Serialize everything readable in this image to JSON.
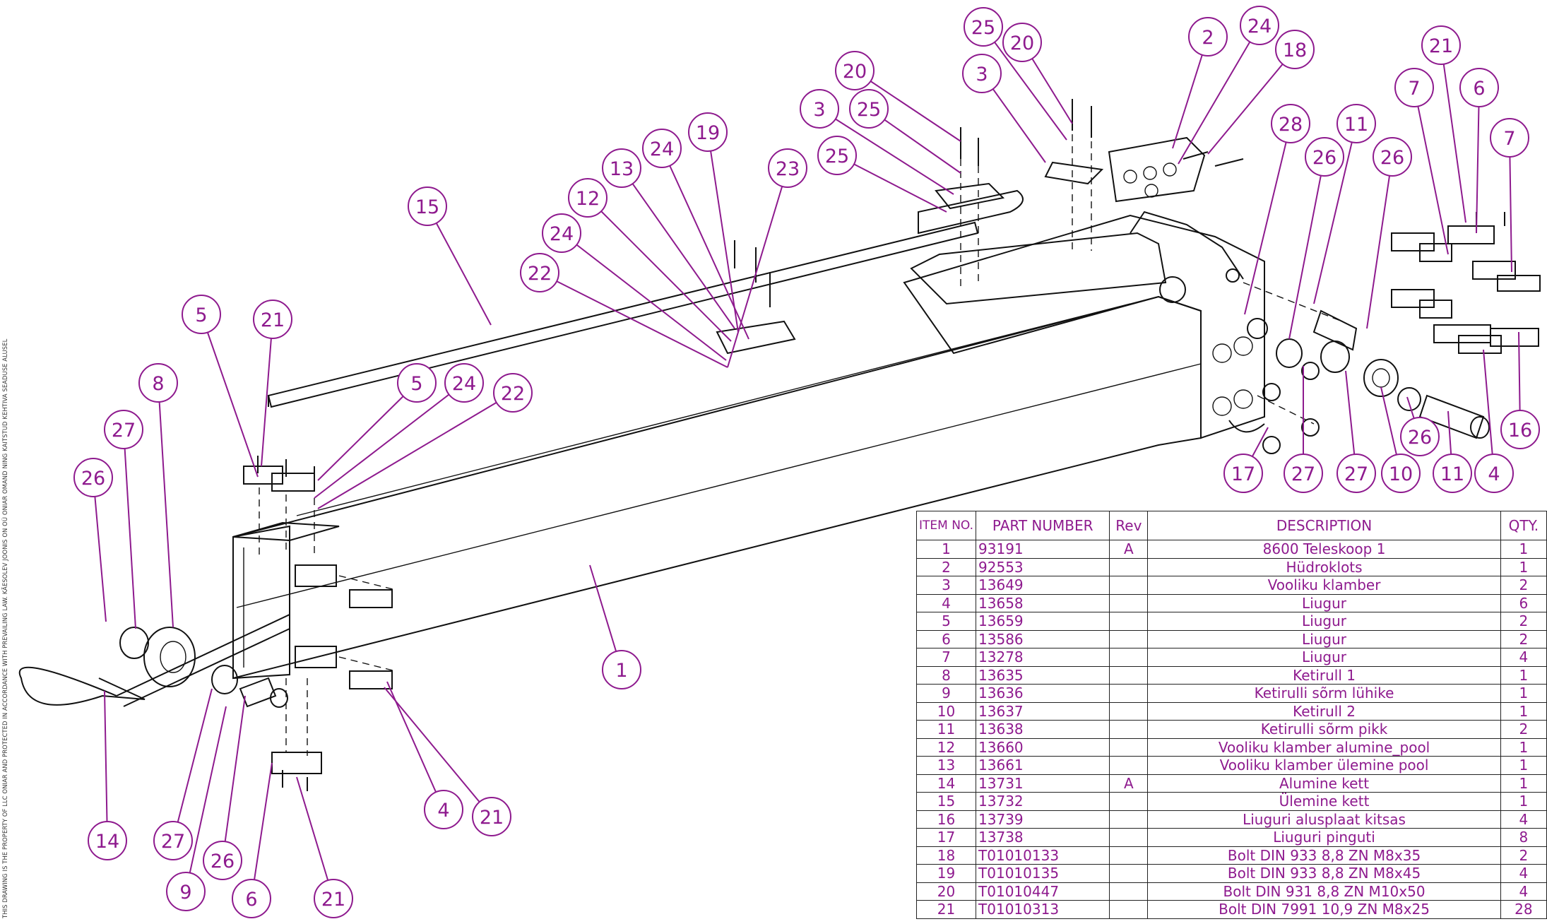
{
  "edge_note": "THIS DRAWING IS THE PROPERTY OF LLC ONIAR AND PROTECTED IN ACCORDANCE WITH PREVAILING LAW. KÄESOLEV JOONIS ON OÜ ONIAR OMAND NING KAITSTUD KEHTIVA SEADUSE ALUSEL",
  "colors": {
    "annotation": "#8e1a8e",
    "lines": "#111111"
  },
  "balloons": [
    {
      "label": "25"
    },
    {
      "label": "20"
    },
    {
      "label": "3"
    },
    {
      "label": "2"
    },
    {
      "label": "24"
    },
    {
      "label": "18"
    },
    {
      "label": "21"
    },
    {
      "label": "7"
    },
    {
      "label": "6"
    },
    {
      "label": "7"
    },
    {
      "label": "20"
    },
    {
      "label": "3"
    },
    {
      "label": "25"
    },
    {
      "label": "24"
    },
    {
      "label": "19"
    },
    {
      "label": "13"
    },
    {
      "label": "23"
    },
    {
      "label": "25"
    },
    {
      "label": "28"
    },
    {
      "label": "11"
    },
    {
      "label": "26"
    },
    {
      "label": "26"
    },
    {
      "label": "15"
    },
    {
      "label": "12"
    },
    {
      "label": "24"
    },
    {
      "label": "22"
    },
    {
      "label": "5"
    },
    {
      "label": "21"
    },
    {
      "label": "8"
    },
    {
      "label": "5"
    },
    {
      "label": "24"
    },
    {
      "label": "22"
    },
    {
      "label": "27"
    },
    {
      "label": "26"
    },
    {
      "label": "16"
    },
    {
      "label": "26"
    },
    {
      "label": "17"
    },
    {
      "label": "27"
    },
    {
      "label": "27"
    },
    {
      "label": "10"
    },
    {
      "label": "11"
    },
    {
      "label": "4"
    },
    {
      "label": "1"
    },
    {
      "label": "4"
    },
    {
      "label": "21"
    },
    {
      "label": "14"
    },
    {
      "label": "27"
    },
    {
      "label": "26"
    },
    {
      "label": "9"
    },
    {
      "label": "6"
    },
    {
      "label": "21"
    }
  ],
  "bom": {
    "headers": {
      "item": "ITEM NO.",
      "part": "PART NUMBER",
      "rev": "Rev",
      "desc": "DESCRIPTION",
      "qty": "QTY."
    },
    "rows": [
      {
        "item": "1",
        "part": "93191",
        "rev": "A",
        "desc": "8600 Teleskoop 1",
        "qty": "1"
      },
      {
        "item": "2",
        "part": "92553",
        "rev": "",
        "desc": "Hüdroklots",
        "qty": "1"
      },
      {
        "item": "3",
        "part": "13649",
        "rev": "",
        "desc": "Vooliku klamber",
        "qty": "2"
      },
      {
        "item": "4",
        "part": "13658",
        "rev": "",
        "desc": "Liugur",
        "qty": "6"
      },
      {
        "item": "5",
        "part": "13659",
        "rev": "",
        "desc": "Liugur",
        "qty": "2"
      },
      {
        "item": "6",
        "part": "13586",
        "rev": "",
        "desc": "Liugur",
        "qty": "2"
      },
      {
        "item": "7",
        "part": "13278",
        "rev": "",
        "desc": "Liugur",
        "qty": "4"
      },
      {
        "item": "8",
        "part": "13635",
        "rev": "",
        "desc": "Ketirull 1",
        "qty": "1"
      },
      {
        "item": "9",
        "part": "13636",
        "rev": "",
        "desc": "Ketirulli sõrm lühike",
        "qty": "1"
      },
      {
        "item": "10",
        "part": "13637",
        "rev": "",
        "desc": "Ketirull 2",
        "qty": "1"
      },
      {
        "item": "11",
        "part": "13638",
        "rev": "",
        "desc": "Ketirulli sõrm pikk",
        "qty": "2"
      },
      {
        "item": "12",
        "part": "13660",
        "rev": "",
        "desc": "Vooliku klamber alumine_pool",
        "qty": "1"
      },
      {
        "item": "13",
        "part": "13661",
        "rev": "",
        "desc": "Vooliku klamber ülemine pool",
        "qty": "1"
      },
      {
        "item": "14",
        "part": "13731",
        "rev": "A",
        "desc": "Alumine kett",
        "qty": "1"
      },
      {
        "item": "15",
        "part": "13732",
        "rev": "",
        "desc": "Ülemine kett",
        "qty": "1"
      },
      {
        "item": "16",
        "part": "13739",
        "rev": "",
        "desc": "Liuguri alusplaat kitsas",
        "qty": "4"
      },
      {
        "item": "17",
        "part": "13738",
        "rev": "",
        "desc": "Liuguri pinguti",
        "qty": "8"
      },
      {
        "item": "18",
        "part": "T01010133",
        "rev": "",
        "desc": "Bolt DIN 933 8,8 ZN M8x35",
        "qty": "2"
      },
      {
        "item": "19",
        "part": "T01010135",
        "rev": "",
        "desc": "Bolt DIN 933 8,8 ZN M8x45",
        "qty": "4"
      },
      {
        "item": "20",
        "part": "T01010447",
        "rev": "",
        "desc": "Bolt DIN 931 8,8 ZN M10x50",
        "qty": "4"
      },
      {
        "item": "21",
        "part": "T01010313",
        "rev": "",
        "desc": "Bolt DIN 7991 10,9 ZN M8x25",
        "qty": "28"
      }
    ]
  }
}
